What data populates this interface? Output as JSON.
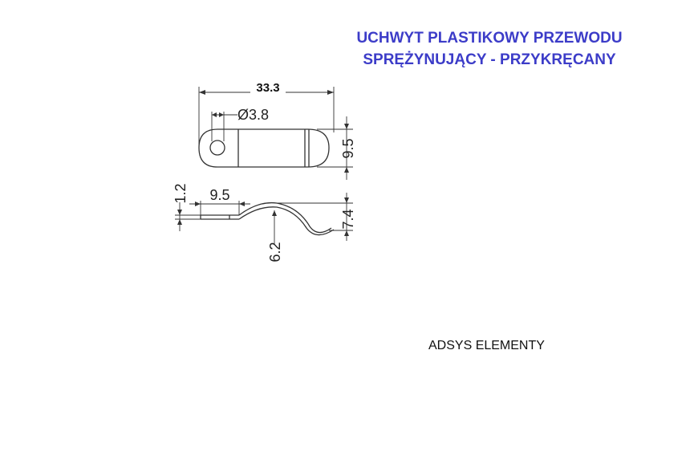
{
  "title": {
    "line1": "UCHWYT PLASTIKOWY PRZEWODU",
    "line2": "SPRĘŻYNUJĄCY - PRZYKRĘCANY"
  },
  "brand": "ADSYS ELEMENTY",
  "dimensions": {
    "overall_length": "33.3",
    "hole_diameter": "Ø3.8",
    "width": "9.5",
    "thickness": "1.2",
    "flat_length": "9.5",
    "height": "7.4",
    "arc_height": "6.2"
  },
  "colors": {
    "title": "#3c3cc8",
    "lines": "#333333"
  }
}
